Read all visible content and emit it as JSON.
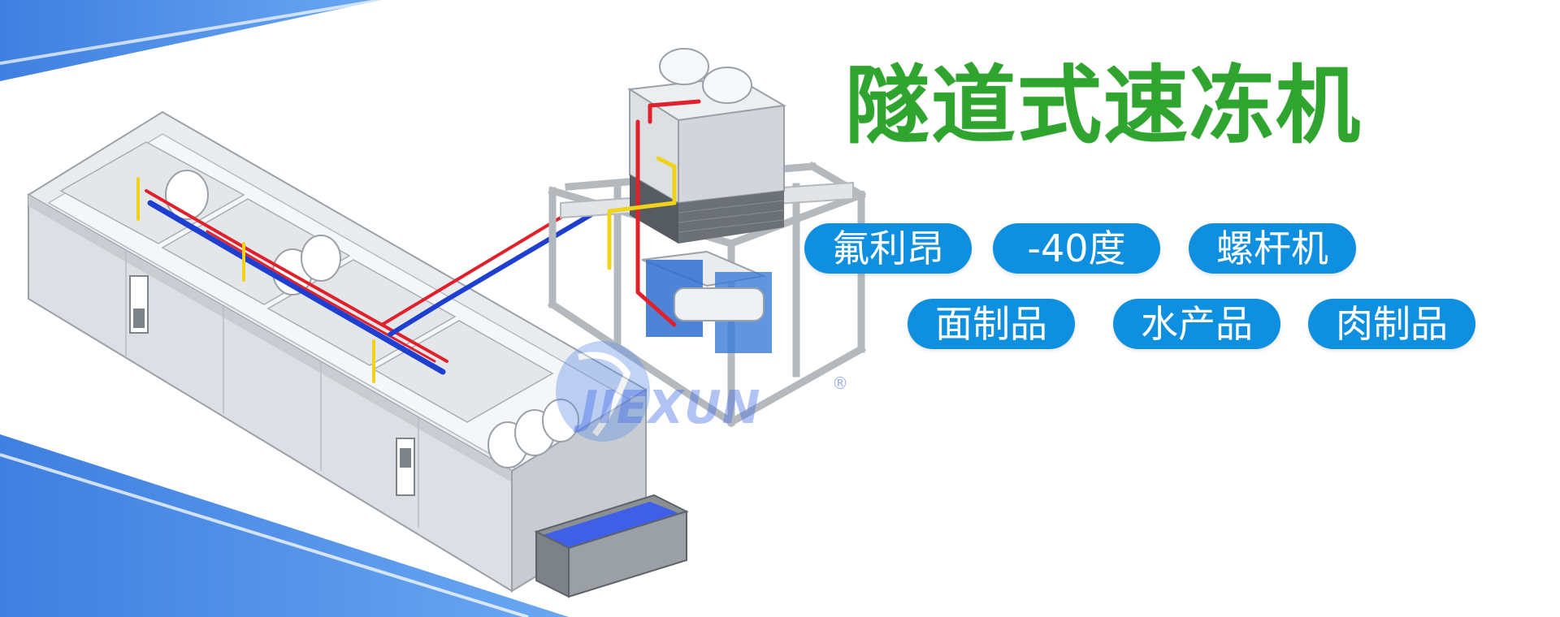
{
  "banner": {
    "title": "隧道式速冻机",
    "tags": [
      "氟利昂",
      "-40度",
      "螺杆机",
      "面制品",
      "水产品",
      "肉制品"
    ],
    "watermark": {
      "text": "JIEXUN",
      "registered_mark": "®"
    },
    "colors": {
      "title": "#2fa52f",
      "tag_background": "#0f8fe0",
      "tag_text": "#ffffff",
      "accent_band": "#4f8fe8",
      "pipe_red": "#e0202a",
      "pipe_blue": "#1f3fd0",
      "pipe_yellow": "#f1d21a",
      "conveyor_belt": "#3f5fe6"
    },
    "icons": [
      "fan-icon",
      "jiexun-logo-icon"
    ]
  }
}
